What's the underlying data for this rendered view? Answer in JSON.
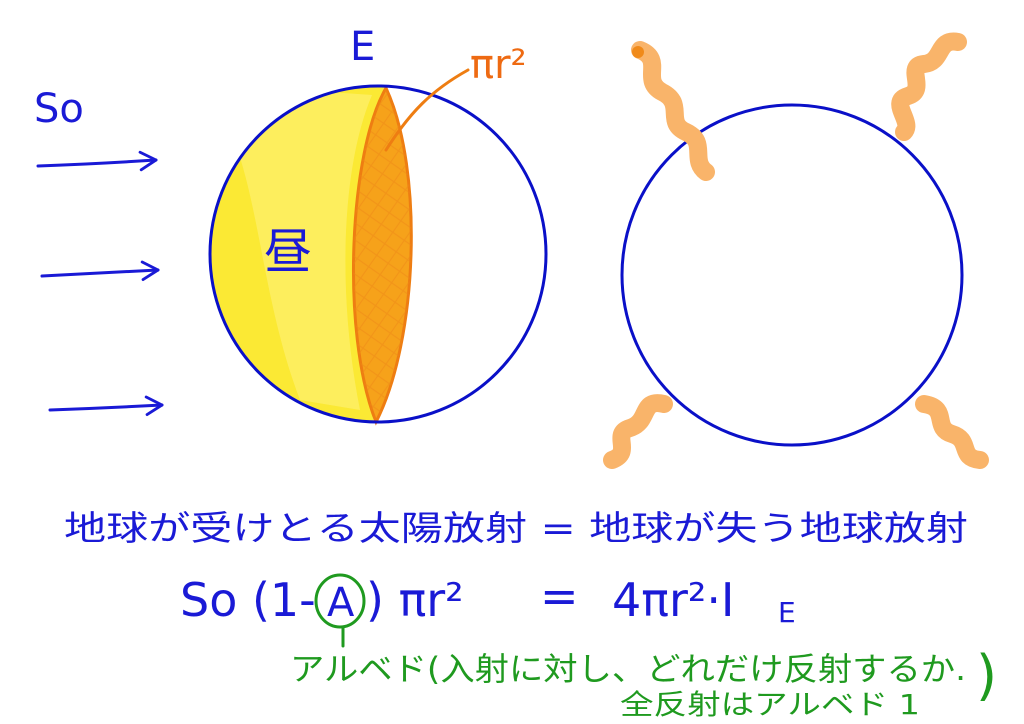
{
  "labels": {
    "incoming_flux": "So",
    "earth_label": "E",
    "cross_section": "πr²",
    "day_side": "昼",
    "balance_statement": "地球が受けとる太陽放射 = 地球が失う地球放射",
    "equation_lhs_prefix": "So (1-",
    "equation_albedo_symbol": "A",
    "equation_lhs_suffix": ") πr²",
    "equation_equals": "=",
    "equation_rhs": "4πr²·I",
    "equation_rhs_subscript": "E",
    "albedo_note_line1": "アルベド(入射に対し、どれだけ反射するか.",
    "albedo_note_line2": "全反射はアルベド 1",
    "albedo_note_close": ")"
  },
  "colors": {
    "ink_blue": "#1a1ad6",
    "circle_blue": "#0a10c8",
    "day_yellow": "#fbe934",
    "day_yellow_light": "#fff27a",
    "disk_orange": "#f6a21a",
    "disk_edge": "#ee7d12",
    "wave_orange": "#f9b46a",
    "note_green": "#1f9a1f"
  }
}
